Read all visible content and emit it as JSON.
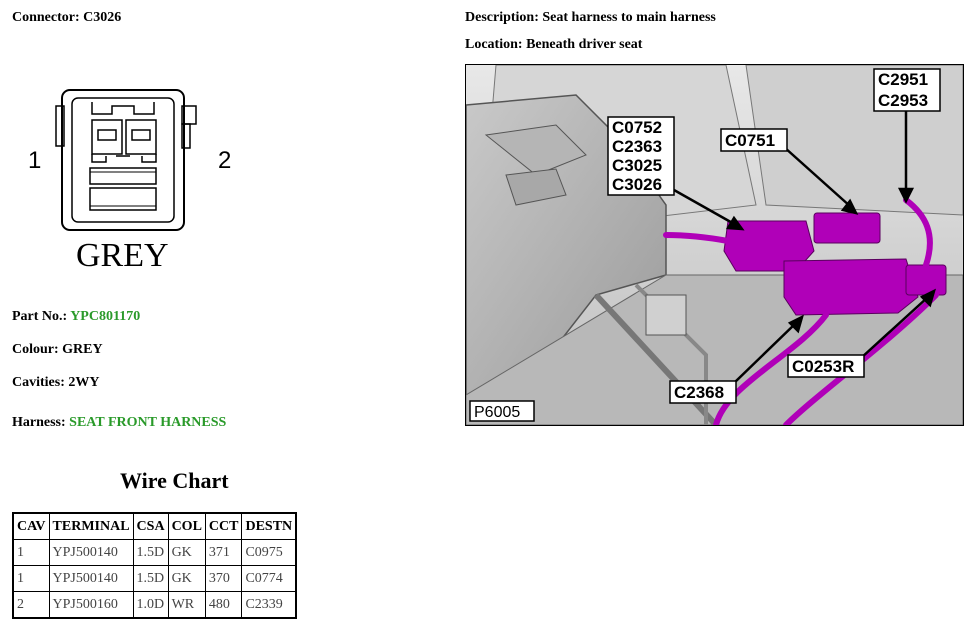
{
  "connector": {
    "label": "Connector:",
    "id": "C3026",
    "pin_left": "1",
    "pin_right": "2",
    "color_text": "GREY"
  },
  "description": {
    "label": "Description:",
    "value": "Seat harness to main harness"
  },
  "location": {
    "label": "Location:",
    "value": "Beneath driver seat"
  },
  "part_no": {
    "label": "Part No.:",
    "value": "YPC801170"
  },
  "colour": {
    "label": "Colour:",
    "value": "GREY"
  },
  "cavities": {
    "label": "Cavities:",
    "value": "2WY"
  },
  "harness": {
    "label": "Harness:",
    "value": "SEAT FRONT HARNESS"
  },
  "wire_chart": {
    "title": "Wire Chart",
    "headers": [
      "CAV",
      "TERMINAL",
      "CSA",
      "COL",
      "CCT",
      "DESTN"
    ],
    "rows": [
      [
        "1",
        "YPJ500140",
        "1.5D",
        "GK",
        "371",
        "C0975"
      ],
      [
        "1",
        "YPJ500140",
        "1.5D",
        "GK",
        "370",
        "C0774"
      ],
      [
        "2",
        "YPJ500160",
        "1.0D",
        "WR",
        "480",
        "C2339"
      ]
    ]
  },
  "photo": {
    "figure_id": "P6005",
    "callouts": {
      "group_a": [
        "C0752",
        "C2363",
        "C3025",
        "C3026"
      ],
      "c0751": "C0751",
      "group_b": [
        "C2951",
        "C2953"
      ],
      "c0253r": "C0253R",
      "c2368": "C2368"
    },
    "highlight_color": "#b000b8"
  }
}
